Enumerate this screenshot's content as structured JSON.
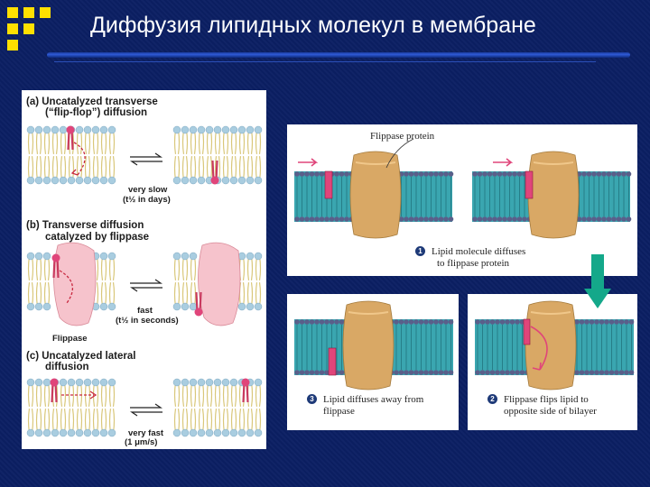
{
  "slide": {
    "title": "Диффузия липидных молекул в мембране",
    "background_color": "#0b1f63",
    "accent_color": "#ffe000"
  },
  "left_figure": {
    "a_label_line1": "(a) Uncatalyzed transverse",
    "a_label_line2": "(“flip-flop”) diffusion",
    "a_rate_line1": "very slow",
    "a_rate_line2": "(t½ in days)",
    "b_label_line1": "(b) Transverse diffusion",
    "b_label_line2": "catalyzed by flippase",
    "b_rate_line1": "fast",
    "b_rate_line2": "(t½ in seconds)",
    "b_protein_label": "Flippase",
    "c_label_line1": "(c) Uncatalyzed lateral",
    "c_label_line2": "diffusion",
    "c_rate_line1": "very fast",
    "c_rate_line2": "(1 μm/s)"
  },
  "right_figure": {
    "protein_label": "Flippase protein",
    "step1_number": "1",
    "step1_line1": "Lipid molecule diffuses",
    "step1_line2": "to flippase protein",
    "step2_number": "2",
    "step2_line1": "Flippase flips lipid to",
    "step2_line2": "opposite side of bilayer",
    "step3_number": "3",
    "step3_line1": "Lipid diffuses away from",
    "step3_line2": "flippase"
  },
  "colors": {
    "lipid_head_left": "#a9cde0",
    "lipid_tail_left": "#d9c77a",
    "lipid_teal": "#3aa6b0",
    "lipid_head_right": "#5a5f8a",
    "flipped_lipid": "#e0457a",
    "flippase_left": "#f6c3cc",
    "flippase_right": "#d9a865",
    "down_arrow": "#14a88a"
  }
}
